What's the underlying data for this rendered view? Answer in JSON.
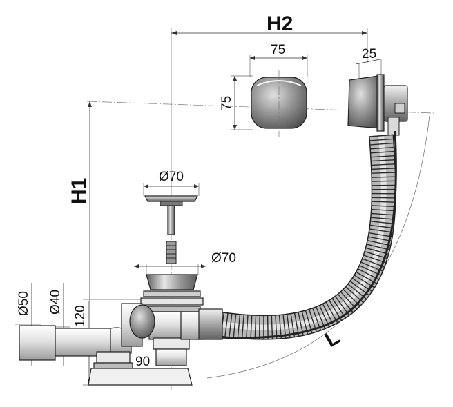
{
  "diagram": {
    "colors": {
      "metal_dark": "#6d6d6d",
      "metal_mid": "#a9a9a9",
      "metal_light": "#e3e3e3",
      "hose": "#b5b5b5",
      "line": "#222222"
    },
    "labels": {
      "h2": "H2",
      "h1": "H1",
      "l": "L",
      "overflow_cap_width": "75",
      "overflow_cap_height": "75",
      "overflow_depth": "25",
      "plug_diameter": "Ø70",
      "drain_diameter": "Ø70",
      "outlet_outer_diameter": "Ø50",
      "outlet_inner_diameter": "Ø40",
      "trap_height": "120",
      "trap_offset": "90"
    }
  }
}
